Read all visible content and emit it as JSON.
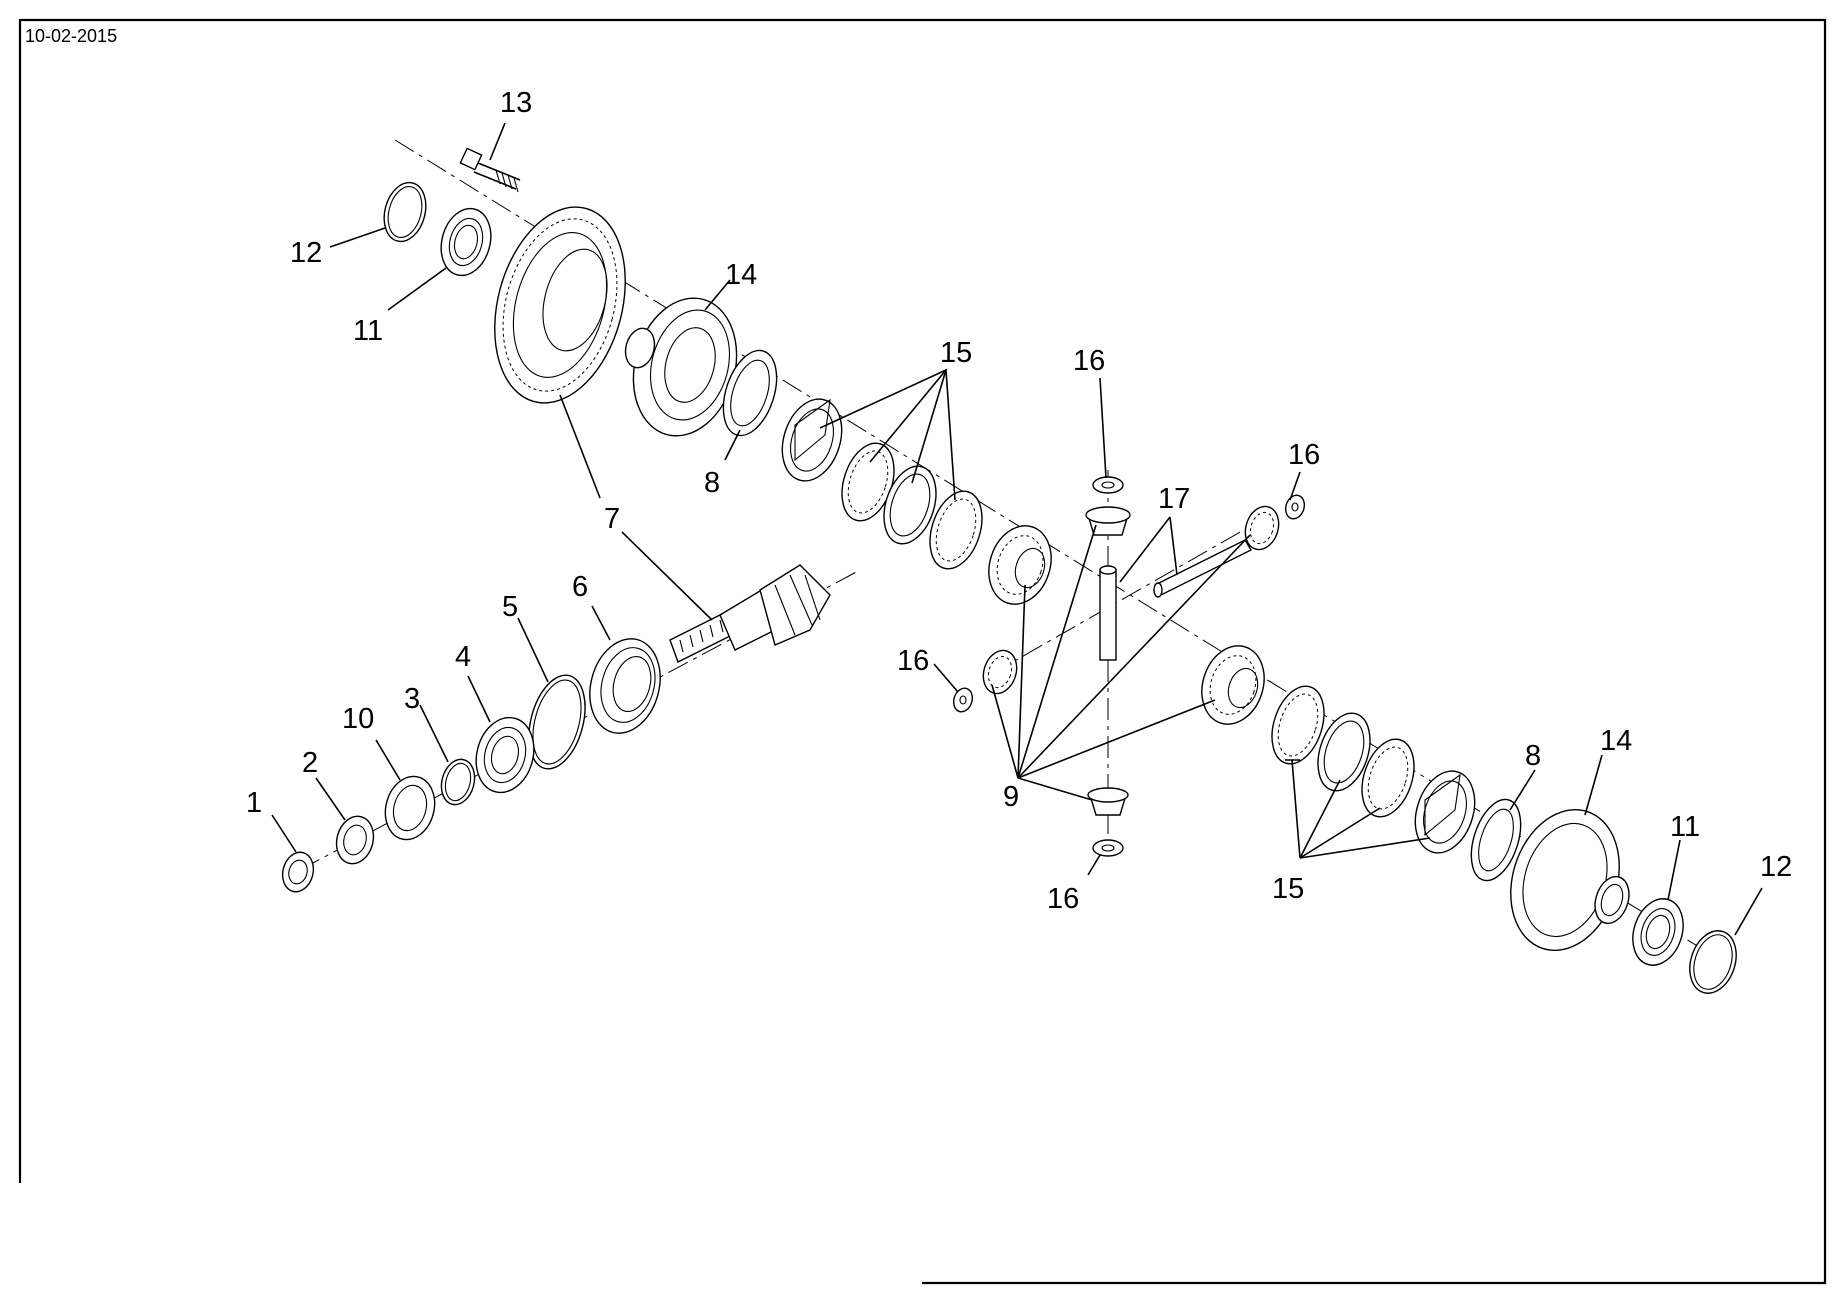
{
  "header": {
    "date": "10-02-2015"
  },
  "callouts": [
    {
      "id": "c1",
      "label": "1"
    },
    {
      "id": "c2",
      "label": "2"
    },
    {
      "id": "c3",
      "label": "3"
    },
    {
      "id": "c4",
      "label": "4"
    },
    {
      "id": "c5",
      "label": "5"
    },
    {
      "id": "c6",
      "label": "6"
    },
    {
      "id": "c7",
      "label": "7"
    },
    {
      "id": "c8a",
      "label": "8"
    },
    {
      "id": "c8b",
      "label": "8"
    },
    {
      "id": "c9",
      "label": "9"
    },
    {
      "id": "c10",
      "label": "10"
    },
    {
      "id": "c11a",
      "label": "11"
    },
    {
      "id": "c11b",
      "label": "11"
    },
    {
      "id": "c12a",
      "label": "12"
    },
    {
      "id": "c12b",
      "label": "12"
    },
    {
      "id": "c13",
      "label": "13"
    },
    {
      "id": "c14a",
      "label": "14"
    },
    {
      "id": "c14b",
      "label": "14"
    },
    {
      "id": "c15a",
      "label": "15"
    },
    {
      "id": "c15b",
      "label": "15"
    },
    {
      "id": "c16a",
      "label": "16"
    },
    {
      "id": "c16b",
      "label": "16"
    },
    {
      "id": "c16c",
      "label": "16"
    },
    {
      "id": "c16d",
      "label": "16"
    },
    {
      "id": "c17",
      "label": "17"
    }
  ]
}
